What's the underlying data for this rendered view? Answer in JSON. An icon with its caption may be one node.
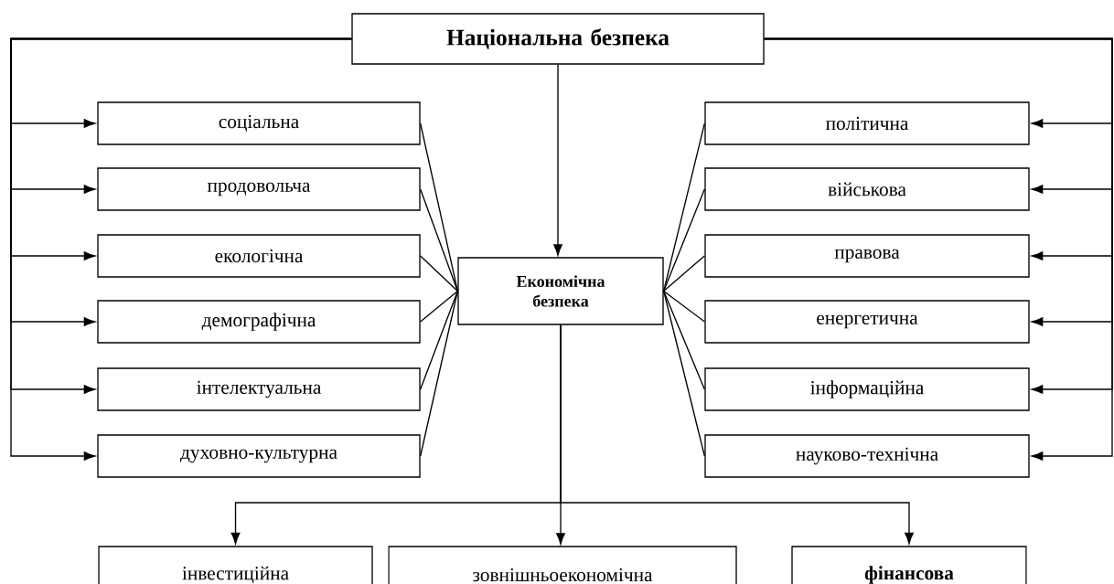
{
  "diagram": {
    "nodes": [
      {
        "text": [
          "Національна безпека"
        ]
      },
      {
        "text": [
          "Економічна безпека"
        ]
      },
      {
        "text": [
          "соціальна"
        ]
      },
      {
        "text": [
          "продовольча"
        ]
      },
      {
        "text": [
          "екологічна"
        ]
      },
      {
        "text": [
          "демографічна"
        ]
      },
      {
        "text": [
          "інтелектуальна"
        ]
      },
      {
        "text": [
          "духовно-культурна"
        ]
      },
      {
        "text": [
          "політична"
        ]
      },
      {
        "text": [
          "військова"
        ]
      },
      {
        "text": [
          "правова"
        ]
      },
      {
        "text": [
          "енергетична"
        ]
      },
      {
        "text": [
          "інформаційна"
        ]
      },
      {
        "text": [
          "науково-технічна"
        ]
      },
      {
        "text": [
          "інвестиційна"
        ]
      },
      {
        "text": [
          "зовнішньоекономічна"
        ]
      },
      {
        "text": [
          "фінансова"
        ]
      }
    ],
    "edges": [
      {
        "from": 0,
        "to": 1,
        "arrow": "to"
      },
      {
        "from": 0,
        "to": 2,
        "arrow": "to"
      },
      {
        "from": 0,
        "to": 3,
        "arrow": "to"
      },
      {
        "from": 0,
        "to": 4,
        "arrow": "to"
      },
      {
        "from": 0,
        "to": 5,
        "arrow": "to"
      },
      {
        "from": 0,
        "to": 6,
        "arrow": "to"
      },
      {
        "from": 0,
        "to": 7,
        "arrow": "to"
      },
      {
        "from": 0,
        "to": 8,
        "arrow": "to"
      },
      {
        "from": 0,
        "to": 9,
        "arrow": "to"
      },
      {
        "from": 0,
        "to": 10,
        "arrow": "to"
      },
      {
        "from": 0,
        "to": 11,
        "arrow": "to"
      },
      {
        "from": 0,
        "to": 12,
        "arrow": "to"
      },
      {
        "from": 0,
        "to": 13,
        "arrow": "to"
      },
      {
        "from": 1,
        "to": 2,
        "arrow": "none"
      },
      {
        "from": 1,
        "to": 3,
        "arrow": "none"
      },
      {
        "from": 1,
        "to": 4,
        "arrow": "none"
      },
      {
        "from": 1,
        "to": 5,
        "arrow": "none"
      },
      {
        "from": 1,
        "to": 6,
        "arrow": "none"
      },
      {
        "from": 1,
        "to": 7,
        "arrow": "none"
      },
      {
        "from": 1,
        "to": 8,
        "arrow": "none"
      },
      {
        "from": 1,
        "to": 9,
        "arrow": "none"
      },
      {
        "from": 1,
        "to": 10,
        "arrow": "none"
      },
      {
        "from": 1,
        "to": 11,
        "arrow": "none"
      },
      {
        "from": 1,
        "to": 12,
        "arrow": "none"
      },
      {
        "from": 1,
        "to": 13,
        "arrow": "none"
      },
      {
        "from": 1,
        "to": 14,
        "arrow": "to"
      },
      {
        "from": 1,
        "to": 15,
        "arrow": "to"
      },
      {
        "from": 1,
        "to": 16,
        "arrow": "to"
      }
    ]
  }
}
